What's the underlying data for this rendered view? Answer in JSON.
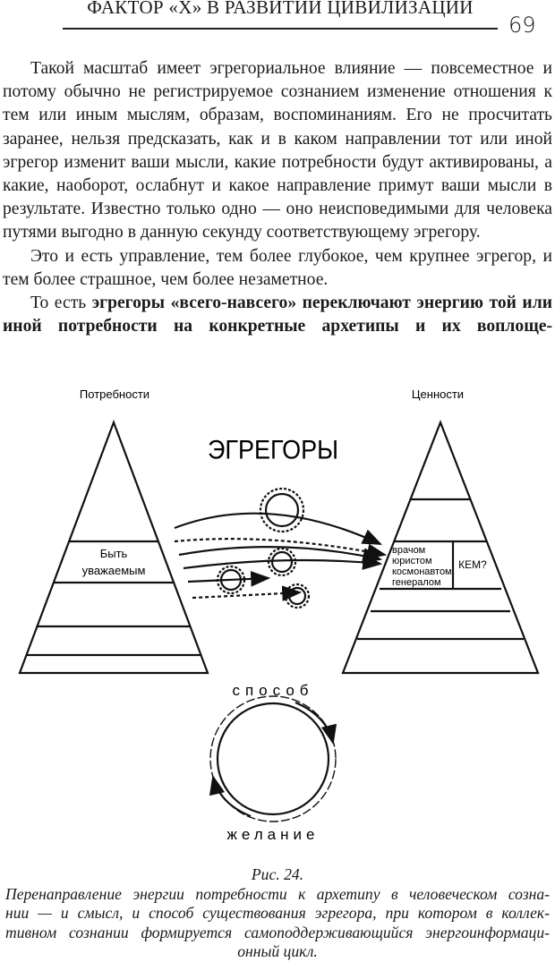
{
  "header": {
    "running_title": "ФАКТОР «Х» В РАЗВИТИИ ЦИВИЛИЗАЦИИ",
    "page_number": "69"
  },
  "body": {
    "p1": "Такой масштаб имеет эгрегориальное влияние — повсеместное и потому обычно не регистрируемое сознанием изменение отношения к тем или иным мыслям, образам, воспоминаниям. Его не просчитать заранее, нельзя предсказать, как и в каком направлении тот или иной эгрегор изменит ваши мысли, какие потребности будут активированы, а какие, наоборот, ослабнут и какое направление примут ваши мысли в результате. Известно только одно — оно неисповедимыми для человека путями выгодно в данную секунду соответствующему эгрегору.",
    "p2": "Это и есть управление, тем более глубокое, чем крупнее эгрегор, и тем более страшное, чем более незаметное.",
    "p3_plain": "То есть ",
    "p3_bold": "эгрегоры «всего-навсего» переключают энергию той или иной потребности на конкретные архетипы и их воплоще-"
  },
  "figure": {
    "left_label": "Потребности",
    "right_label": "Ценности",
    "center_title": "ЭГРЕГОРЫ",
    "left_box_line1": "Быть",
    "left_box_line2": "уважаемым",
    "right_box_items": [
      "врачом",
      "юристом",
      "космонавтом",
      "генералом"
    ],
    "right_box_question": "КЕМ?",
    "cycle_top": "способ",
    "cycle_bottom": "желание"
  },
  "caption": {
    "number": "Рис. 24.",
    "lines": [
      "Перенаправление энергии потребности к архетипу в человеческом созна-",
      "нии — и смысл, и способ существования эгрегора, при котором в коллек-",
      "тивном сознании формируется самоподдерживающийся энергоинформаци-",
      "онный цикл."
    ]
  }
}
